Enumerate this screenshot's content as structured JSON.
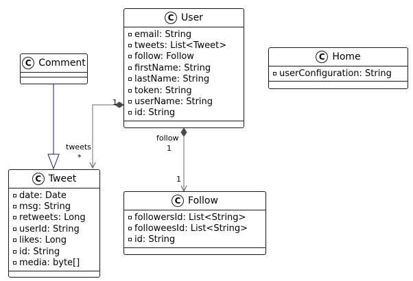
{
  "diagram": {
    "classes": {
      "user": {
        "glyph": "C",
        "name": "User",
        "attributes": [
          "email: String",
          "tweets: List<Tweet>",
          "follow: Follow",
          "firstName: String",
          "lastName: String",
          "token: String",
          "userName: String",
          "id: String"
        ]
      },
      "home": {
        "glyph": "C",
        "name": "Home",
        "attributes": [
          "userConfiguration: String"
        ]
      },
      "comment": {
        "glyph": "C",
        "name": "Comment",
        "attributes": []
      },
      "tweet": {
        "glyph": "C",
        "name": "Tweet",
        "attributes": [
          "date: Date",
          "msg: String",
          "retweets: Long",
          "userId: String",
          "likes: Long",
          "id: String",
          "media: byte[]"
        ]
      },
      "follow": {
        "glyph": "C",
        "name": "Follow",
        "attributes": [
          "followersId: List<String>",
          "followeesId: List<String>",
          "id: String"
        ]
      }
    },
    "relations": {
      "user_tweet": {
        "source_mult": "1",
        "target_role": "tweets",
        "target_mult": "*"
      },
      "user_follow": {
        "source_role": "follow",
        "source_mult": "1",
        "target_mult": "1"
      }
    },
    "colors": {
      "border": "#181818",
      "inheritance": "#181878",
      "association": "#6e6e6e"
    }
  }
}
